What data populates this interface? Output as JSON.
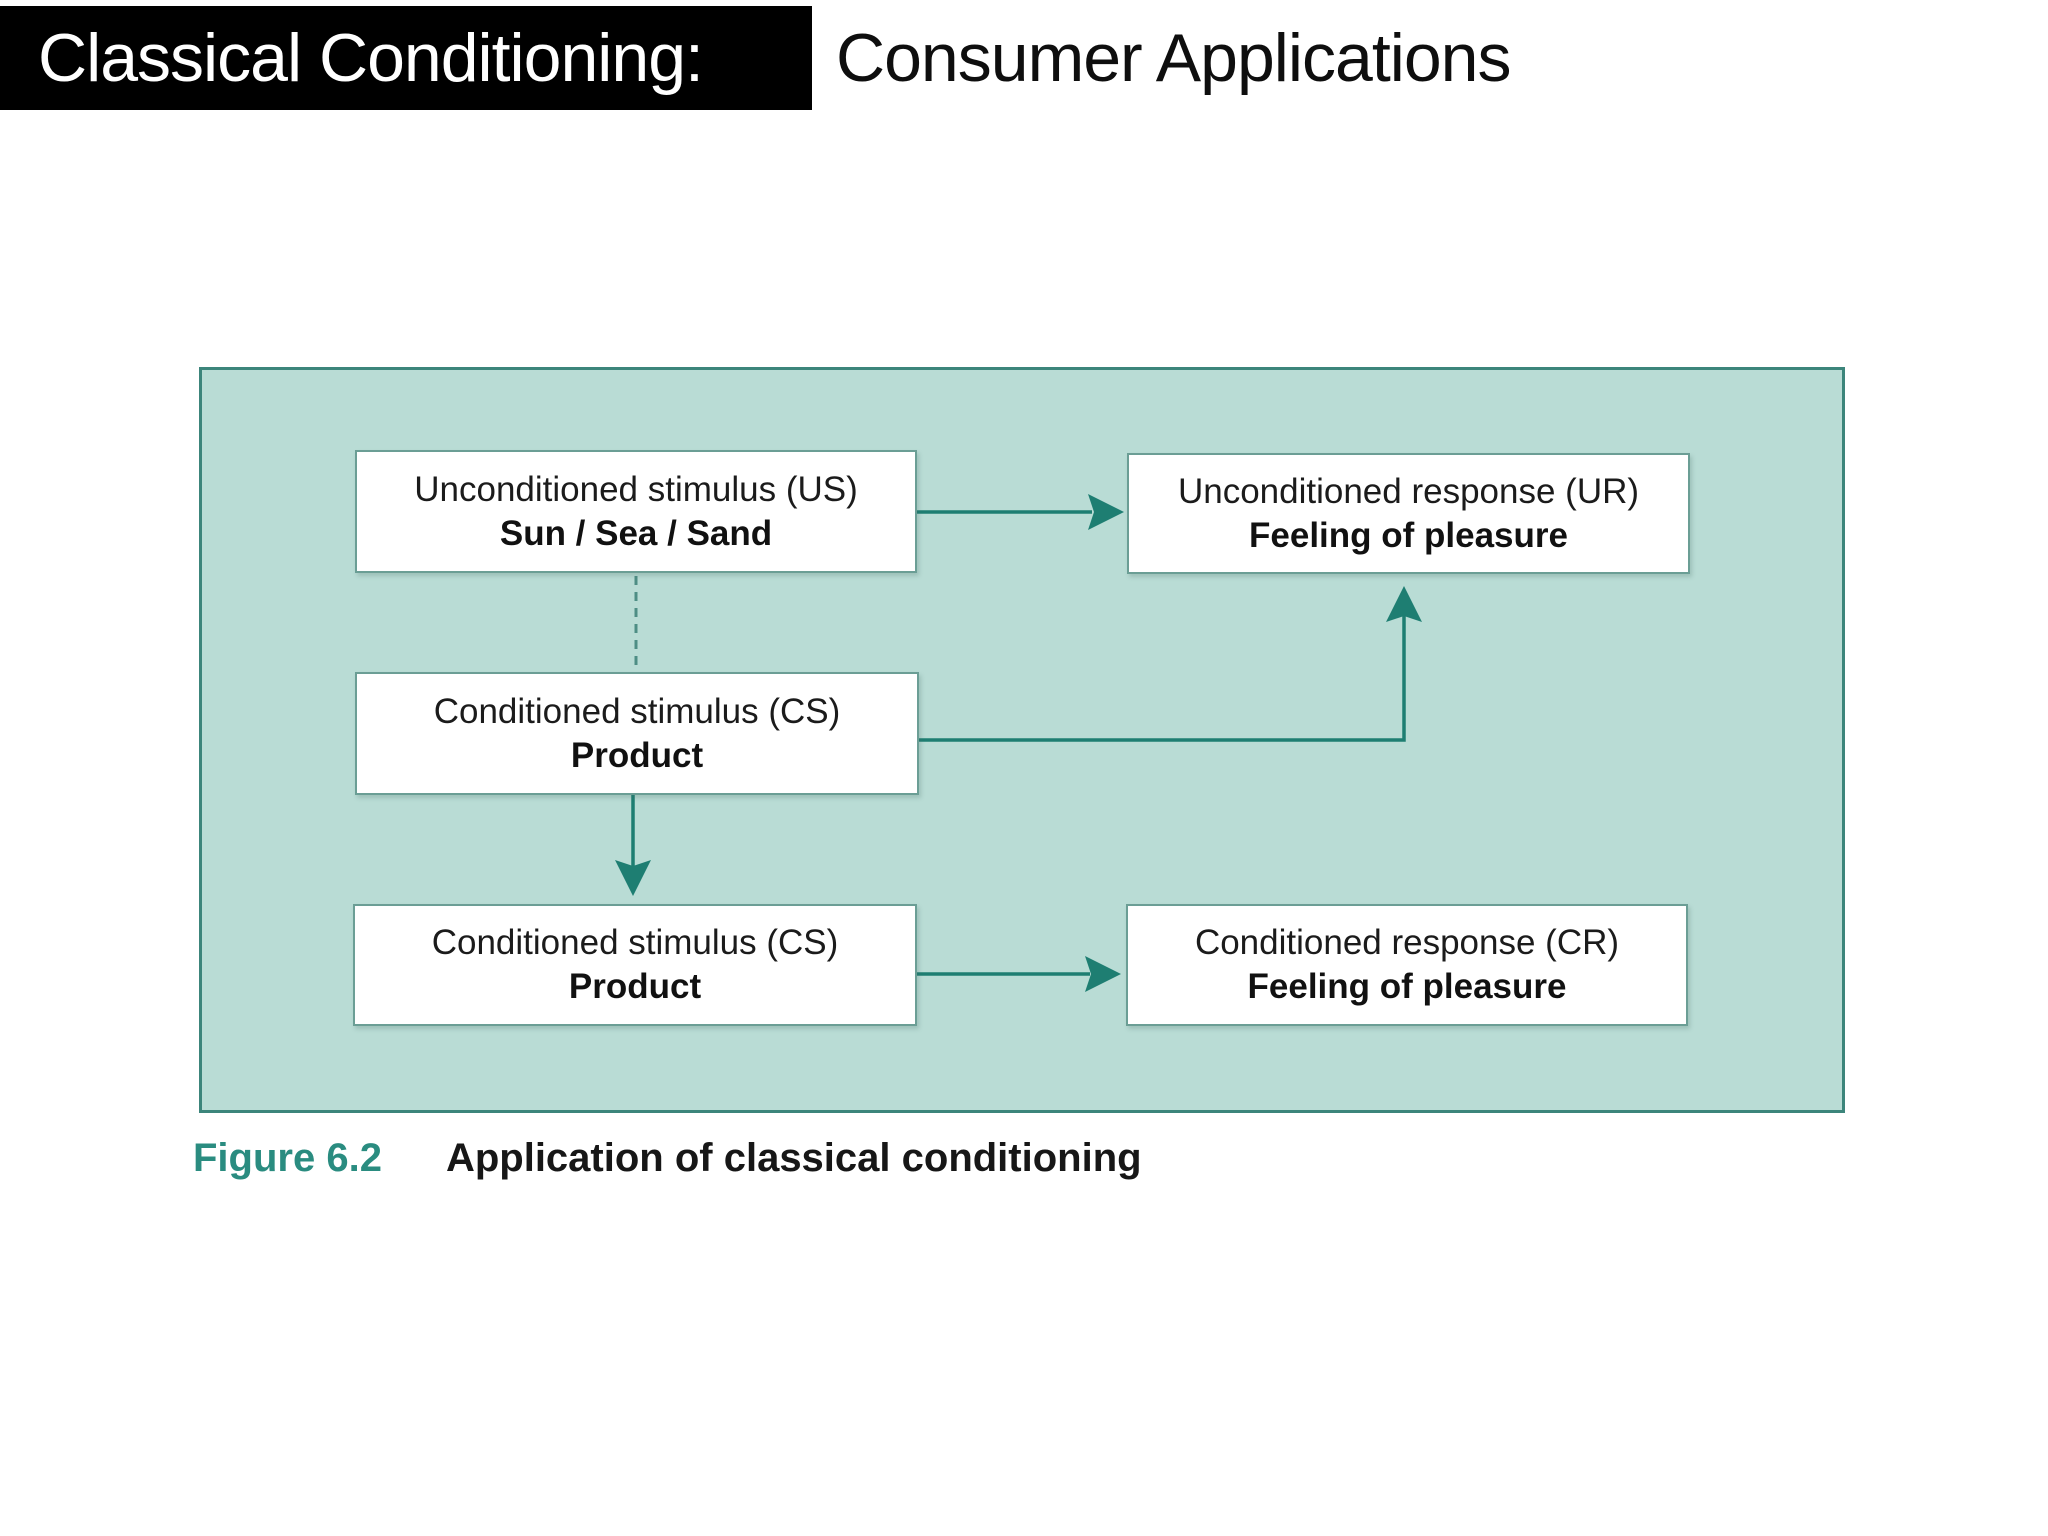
{
  "title": {
    "highlight": "Classical Conditioning:",
    "rest": "Consumer Applications"
  },
  "diagram": {
    "nodes": {
      "us": {
        "line1": "Unconditioned stimulus (US)",
        "line2": "Sun / Sea / Sand"
      },
      "ur": {
        "line1": "Unconditioned response (UR)",
        "line2": "Feeling of pleasure"
      },
      "cs1": {
        "line1": "Conditioned stimulus (CS)",
        "line2": "Product"
      },
      "cs2": {
        "line1": "Conditioned stimulus (CS)",
        "line2": "Product"
      },
      "cr": {
        "line1": "Conditioned response (CR)",
        "line2": "Feeling of pleasure"
      }
    },
    "colors": {
      "panel_bg": "#b9dcd5",
      "panel_border": "#3c857b",
      "arrow": "#1e7e72",
      "box_border": "#6b9e95",
      "caption_accent": "#2a8c80"
    }
  },
  "caption": {
    "label": "Figure 6.2",
    "text": "Application of classical conditioning"
  }
}
